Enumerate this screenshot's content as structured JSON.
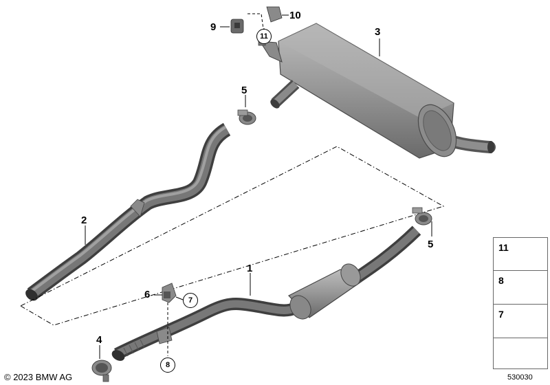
{
  "callouts": {
    "c1": "1",
    "c2": "2",
    "c3": "3",
    "c4": "4",
    "c5a": "5",
    "c5b": "5",
    "c6": "6",
    "c9": "9",
    "c10": "10"
  },
  "circled": {
    "r11": "11",
    "r7": "7",
    "r8": "8"
  },
  "legend": {
    "items": [
      "11",
      "8",
      "7"
    ]
  },
  "footer": {
    "copyright": "© 2023 BMW AG",
    "diagram_id": "530030"
  }
}
